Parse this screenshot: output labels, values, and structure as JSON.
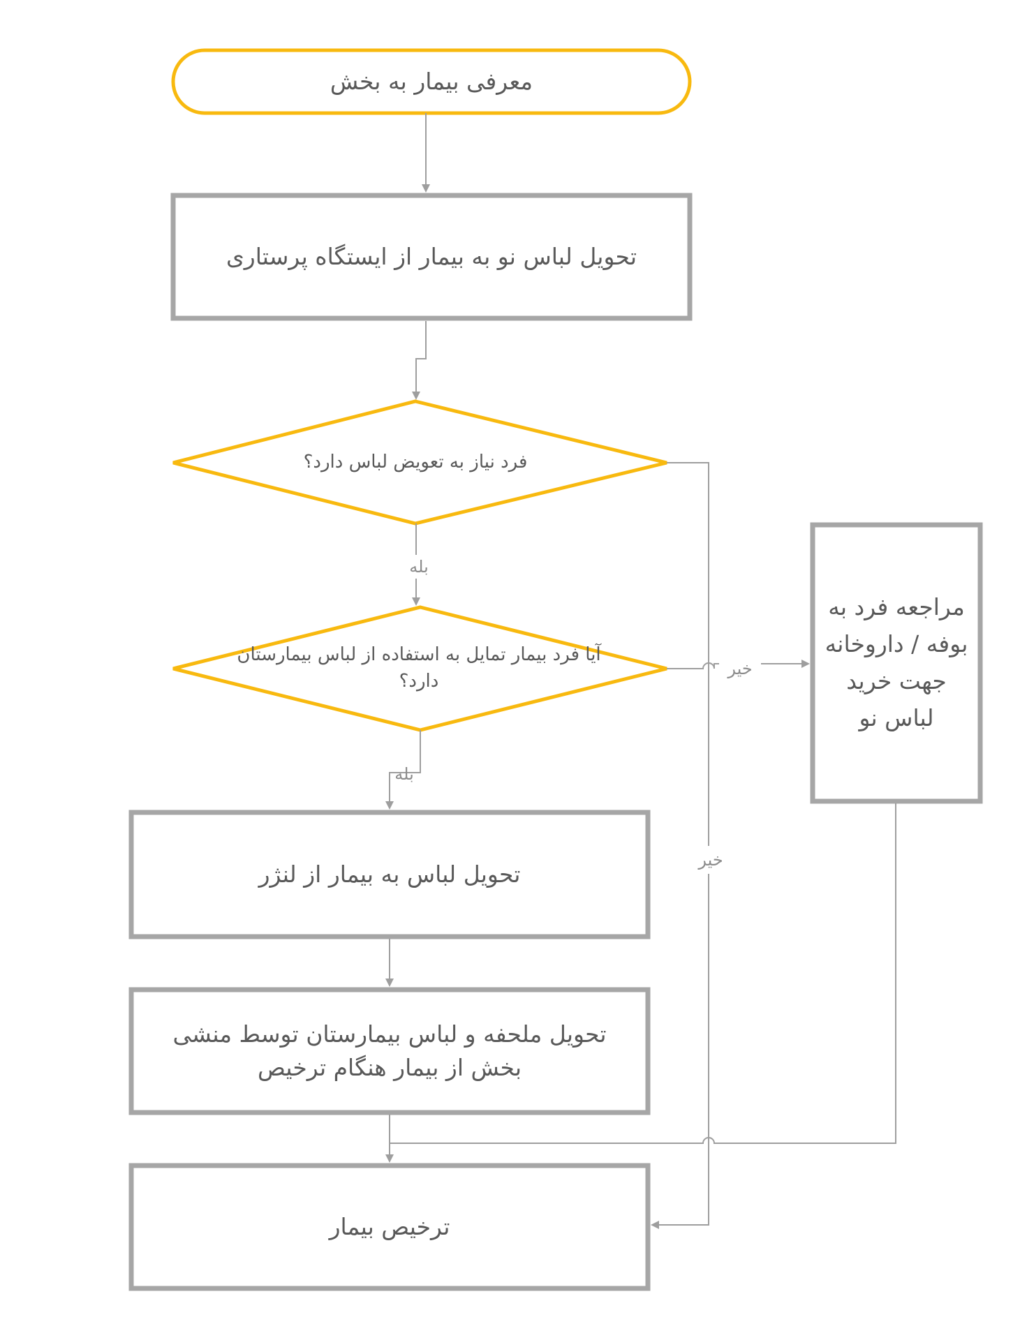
{
  "colors": {
    "decision": "#F8B90F",
    "process": "#A6A6A6",
    "connector": "#9E9E9E",
    "text": "#595959"
  },
  "nodes": {
    "start": "معرفی بیمار به بخش",
    "deliver_new_clothes": "تحویل لباس نو به بیمار از ایستگاه پرستاری",
    "decision_change": "فرد نیاز به تعویض لباس دارد؟",
    "decision_hospital_clothes": "آیا فرد بیمار تمایل به استفاده از لباس بیمارستان دارد؟",
    "buy_clothes": "مراجعه فرد به بوفه / داروخانه جهت خرید لباس نو",
    "deliver_from_linen": "تحویل لباس به بیمار از لنژر",
    "return_linen": "تحویل ملحفه و لباس بیمارستان توسط منشی بخش از بیمار هنگام ترخیص",
    "discharge": "ترخیص بیمار"
  },
  "edge_labels": {
    "yes1": "بله",
    "yes2": "بله",
    "no1": "خیر",
    "no2": "خیر"
  }
}
